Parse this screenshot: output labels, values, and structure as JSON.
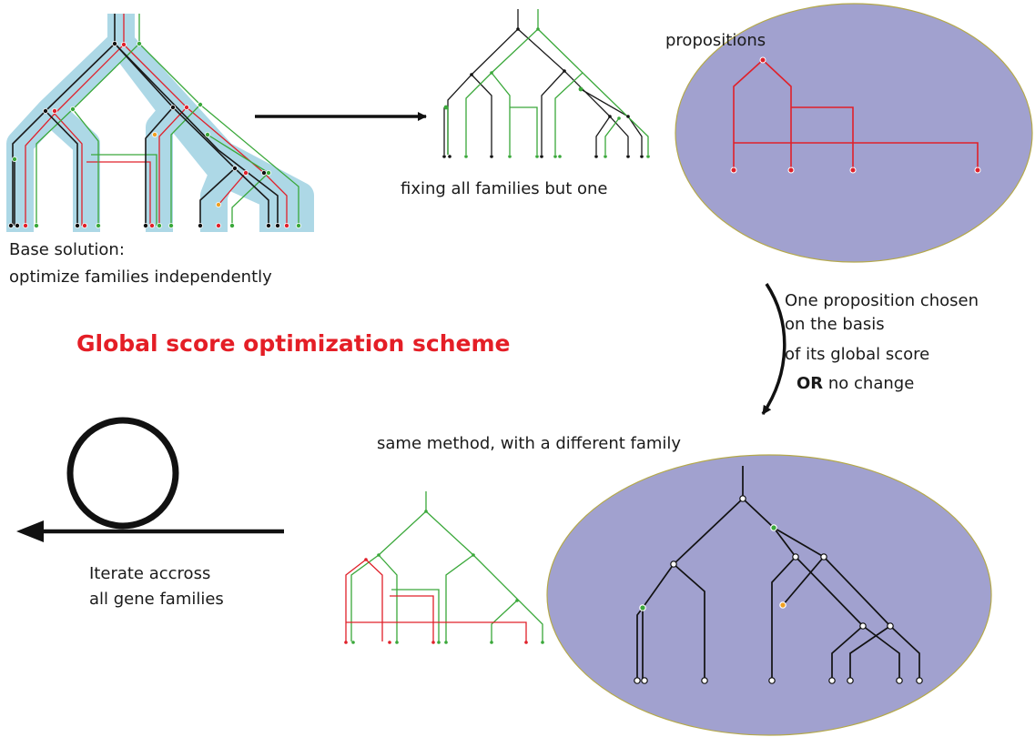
{
  "labels": {
    "base_solution_1": "Base solution:",
    "base_solution_2": "optimize families independently",
    "fixing": "fixing all families but one",
    "propositions": "propositions",
    "chosen_1": "One proposition chosen",
    "chosen_2": "on the basis",
    "chosen_3": "of its global score",
    "chosen_or": "OR",
    "chosen_4": " no change",
    "title": "Global score optimization scheme",
    "same_method": "same method, with a different family",
    "iterate_1": "Iterate accross",
    "iterate_2": "all gene families"
  },
  "colors": {
    "ellipse_fill": "#a1a1cf",
    "ellipse_stroke": "#b5a94a",
    "shadow": "#add8e6",
    "black_tree": "#1a1a1a",
    "red_tree": "#e0202a",
    "green_tree": "#3aa83a",
    "orange_node": "#f0a020",
    "title": "#e41e26"
  }
}
